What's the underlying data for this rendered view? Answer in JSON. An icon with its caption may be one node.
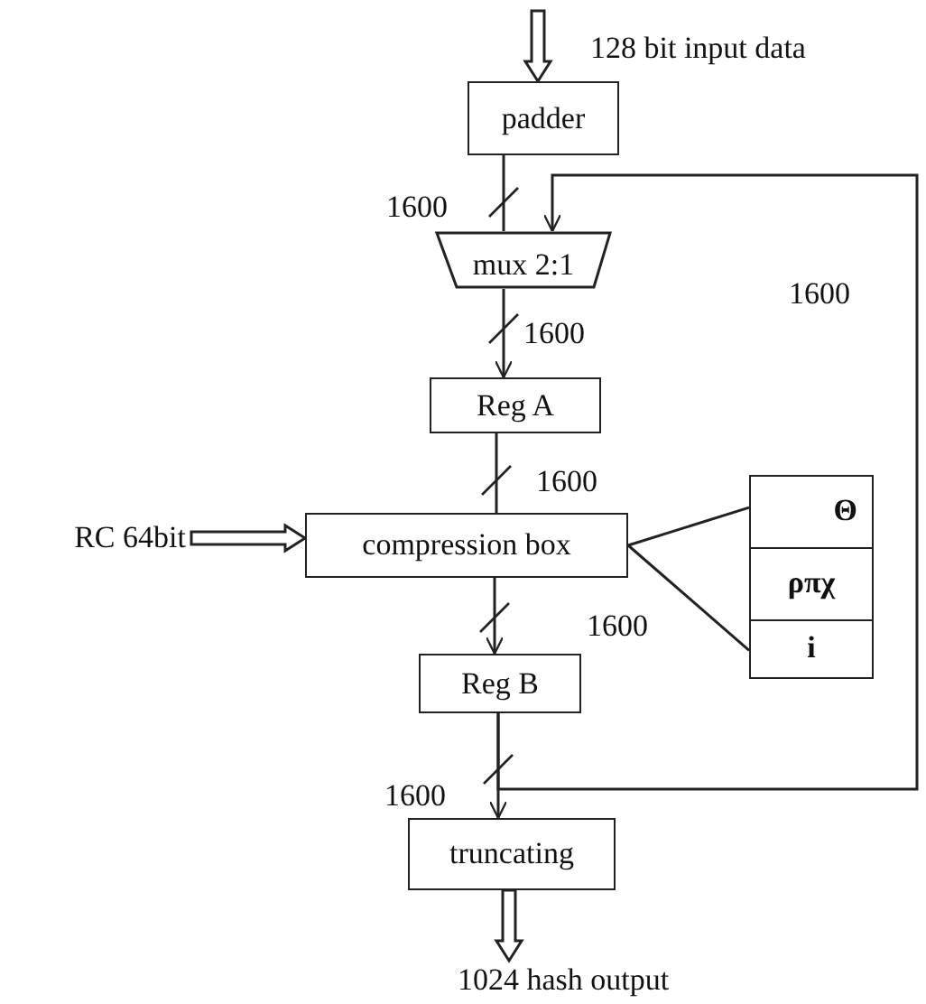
{
  "diagram": {
    "nodes": [
      {
        "text": [
          "padder"
        ]
      },
      {
        "text": [
          "mux 2:1"
        ]
      },
      {
        "text": [
          "Reg A"
        ]
      },
      {
        "text": [
          "compression box"
        ]
      },
      {
        "text": [
          "Reg B"
        ]
      },
      {
        "text": [
          "truncating"
        ]
      },
      {
        "text": [
          "Θ",
          "ρπχ",
          "i"
        ]
      },
      {
        "text": [
          "RC 64bit"
        ]
      },
      {
        "text": [
          "1024 hash output"
        ]
      }
    ],
    "edges": [
      {
        "from": null,
        "to": 0,
        "arrow": "to",
        "style": "thick",
        "label": "128 bit input data"
      },
      {
        "from": 0,
        "to": 1,
        "arrow": "none",
        "label": "1600"
      },
      {
        "from": 1,
        "to": 2,
        "arrow": "to",
        "label": "1600"
      },
      {
        "from": 2,
        "to": 3,
        "arrow": "none",
        "label": "1600"
      },
      {
        "from": 3,
        "to": 4,
        "arrow": "to",
        "label": "1600"
      },
      {
        "from": 4,
        "to": 5,
        "arrow": "to",
        "label": "1600"
      },
      {
        "from": 4,
        "to": 1,
        "arrow": "to",
        "label": "1600"
      },
      {
        "from": 7,
        "to": 3,
        "arrow": "to",
        "style": "thick"
      },
      {
        "from": 3,
        "to": 6,
        "arrow": "none"
      },
      {
        "from": 5,
        "to": 8,
        "arrow": "to",
        "style": "thick"
      }
    ]
  }
}
